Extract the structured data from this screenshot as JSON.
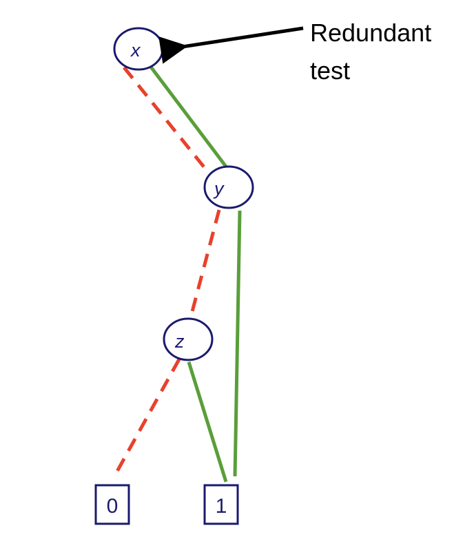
{
  "colors": {
    "node_stroke": "#1a1a6e",
    "high_edge": "#5a9e3a",
    "low_edge": "#e8412c",
    "arrow": "#000000"
  },
  "nodes": {
    "x": {
      "label": "x"
    },
    "y": {
      "label": "y"
    },
    "z": {
      "label": "z"
    }
  },
  "terminals": {
    "zero": {
      "label": "0"
    },
    "one": {
      "label": "1"
    }
  },
  "annotation": {
    "line1": "Redundant",
    "line2": "test"
  }
}
